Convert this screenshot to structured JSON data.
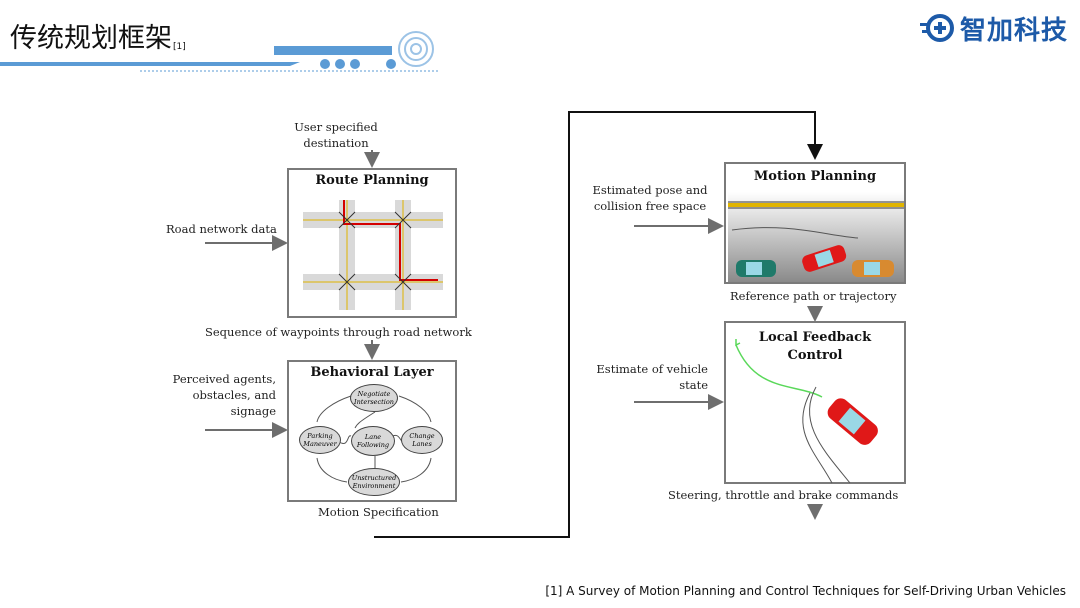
{
  "header": {
    "title": "传统规划框架",
    "title_ref": "[1]",
    "brand_name": "智加科技",
    "brand_color": "#1d5aa8",
    "accent_color": "#5b9bd5"
  },
  "diagram": {
    "inputs": {
      "user_destination": "User specified\ndestination",
      "road_network": "Road network data",
      "perceived": "Perceived agents,\nobstacles, and\nsignage",
      "estimated_pose": "Estimated pose and\ncollision free space",
      "vehicle_state": "Estimate of vehicle\nstate"
    },
    "blocks": {
      "route_planning": "Route Planning",
      "behavioral_layer": "Behavioral Layer",
      "motion_planning": "Motion Planning",
      "local_feedback": "Local Feedback\nControl"
    },
    "outputs": {
      "waypoints": "Sequence of waypoints through road network",
      "motion_spec": "Motion Specification",
      "reference_path": "Reference path or trajectory",
      "commands": "Steering, throttle and brake commands"
    },
    "behavior_states": {
      "negotiate": "Negotiate\nIntersection",
      "parking": "Parking\nManeuver",
      "lane_following": "Lane\nFollowing",
      "change_lanes": "Change\nLanes",
      "unstructured": "Unstructured\nEnvironment"
    }
  },
  "footer": {
    "citation": "[1] A Survey of Motion Planning and Control Techniques for Self-Driving Urban Vehicles"
  }
}
